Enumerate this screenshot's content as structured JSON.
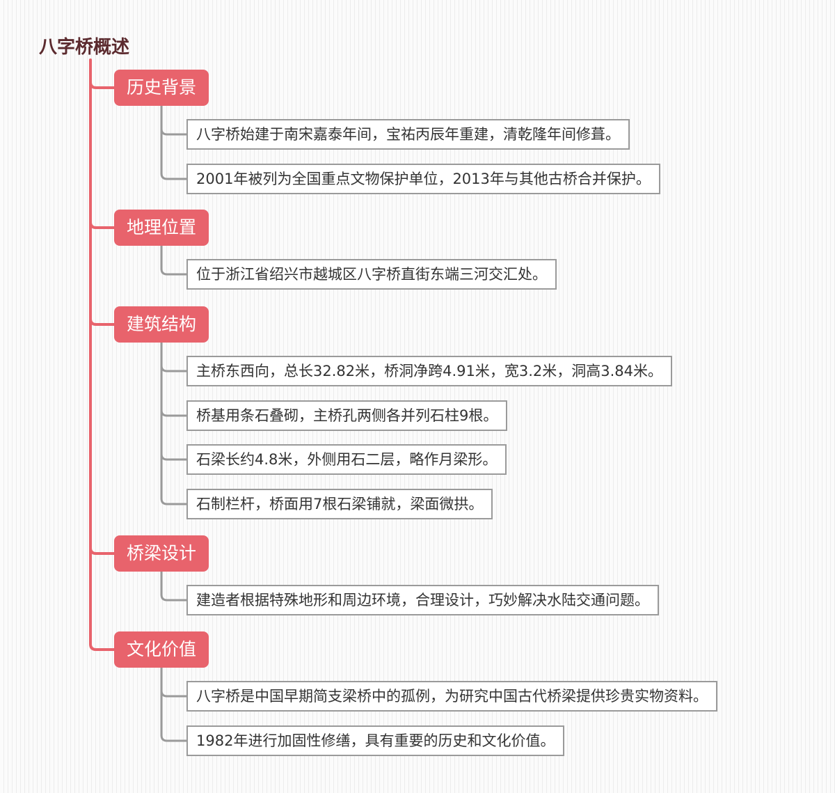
{
  "root": {
    "title": "八字桥概述"
  },
  "colors": {
    "accent": "#e8636c",
    "root_text": "#5b2a2e",
    "connector_gray": "#9a9a9a",
    "leaf_border": "#9a9a9a"
  },
  "branches": [
    {
      "label": "历史背景",
      "items": [
        "八字桥始建于南宋嘉泰年间，宝祐丙辰年重建，清乾隆年间修葺。",
        "2001年被列为全国重点文物保护单位，2013年与其他古桥合并保护。"
      ]
    },
    {
      "label": "地理位置",
      "items": [
        "位于浙江省绍兴市越城区八字桥直街东端三河交汇处。"
      ]
    },
    {
      "label": "建筑结构",
      "items": [
        "主桥东西向，总长32.82米，桥洞净跨4.91米，宽3.2米，洞高3.84米。",
        "桥基用条石叠砌，主桥孔两侧各并列石柱9根。",
        "石梁长约4.8米，外侧用石二层，略作月梁形。",
        "石制栏杆，桥面用7根石梁铺就，梁面微拱。"
      ]
    },
    {
      "label": "桥梁设计",
      "items": [
        "建造者根据特殊地形和周边环境，合理设计，巧妙解决水陆交通问题。"
      ]
    },
    {
      "label": "文化价值",
      "items": [
        "八字桥是中国早期简支梁桥中的孤例，为研究中国古代桥梁提供珍贵实物资料。",
        "1982年进行加固性修缮，具有重要的历史和文化价值。"
      ]
    }
  ]
}
